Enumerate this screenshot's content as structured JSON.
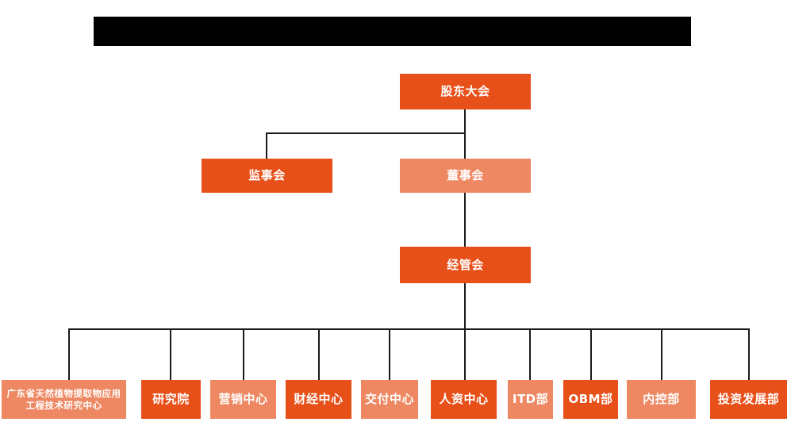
{
  "chart_data": {
    "type": "diagram",
    "diagram_kind": "organization-chart",
    "title": "",
    "orientation": "top-down",
    "colors": {
      "accent_dark": "#E8501A",
      "accent_light": "#EE8862",
      "connector": "#1a1a1a",
      "background": "#FFFFFF",
      "node_text": "#FFFFFF",
      "redaction": "#000000"
    },
    "levels": [
      {
        "level": 1,
        "nodes": [
          "股东大会"
        ]
      },
      {
        "level": 2,
        "nodes": [
          "监事会",
          "董事会"
        ]
      },
      {
        "level": 3,
        "nodes": [
          "经管会"
        ]
      },
      {
        "level": 4,
        "nodes": [
          "广东省天然植物提取物应用工程技术研究中心",
          "研究院",
          "营销中心",
          "财经中心",
          "交付中心",
          "人资中心",
          "ITD部",
          "OBM部",
          "内控部",
          "投资发展部"
        ]
      }
    ],
    "edges": [
      {
        "from": "股东大会",
        "to": "监事会"
      },
      {
        "from": "股东大会",
        "to": "董事会"
      },
      {
        "from": "董事会",
        "to": "经管会"
      },
      {
        "from": "经管会",
        "to": "广东省天然植物提取物应用工程技术研究中心"
      },
      {
        "from": "经管会",
        "to": "研究院"
      },
      {
        "from": "经管会",
        "to": "营销中心"
      },
      {
        "from": "经管会",
        "to": "财经中心"
      },
      {
        "from": "经管会",
        "to": "交付中心"
      },
      {
        "from": "经管会",
        "to": "人资中心"
      },
      {
        "from": "经管会",
        "to": "ITD部"
      },
      {
        "from": "经管会",
        "to": "OBM部"
      },
      {
        "from": "经管会",
        "to": "内控部"
      },
      {
        "from": "经管会",
        "to": "投资发展部"
      }
    ]
  },
  "banner": {
    "redacted": true,
    "text": ""
  },
  "nodes": {
    "shareholders_meeting": {
      "label": "股东大会",
      "shade": "dark"
    },
    "supervisory_board": {
      "label": "监事会",
      "shade": "dark"
    },
    "board_of_directors": {
      "label": "董事会",
      "shade": "light"
    },
    "management_committee": {
      "label": "经管会",
      "shade": "dark"
    },
    "dept_01": {
      "label": "广东省天然植物提取物应用工程技术研究中心",
      "shade": "light"
    },
    "dept_02": {
      "label": "研究院",
      "shade": "dark"
    },
    "dept_03": {
      "label": "营销中心",
      "shade": "light"
    },
    "dept_04": {
      "label": "财经中心",
      "shade": "dark"
    },
    "dept_05": {
      "label": "交付中心",
      "shade": "light"
    },
    "dept_06": {
      "label": "人资中心",
      "shade": "dark"
    },
    "dept_07": {
      "label": "ITD部",
      "shade": "light"
    },
    "dept_08": {
      "label": "OBM部",
      "shade": "dark"
    },
    "dept_09": {
      "label": "内控部",
      "shade": "light"
    },
    "dept_10": {
      "label": "投资发展部",
      "shade": "dark"
    }
  }
}
